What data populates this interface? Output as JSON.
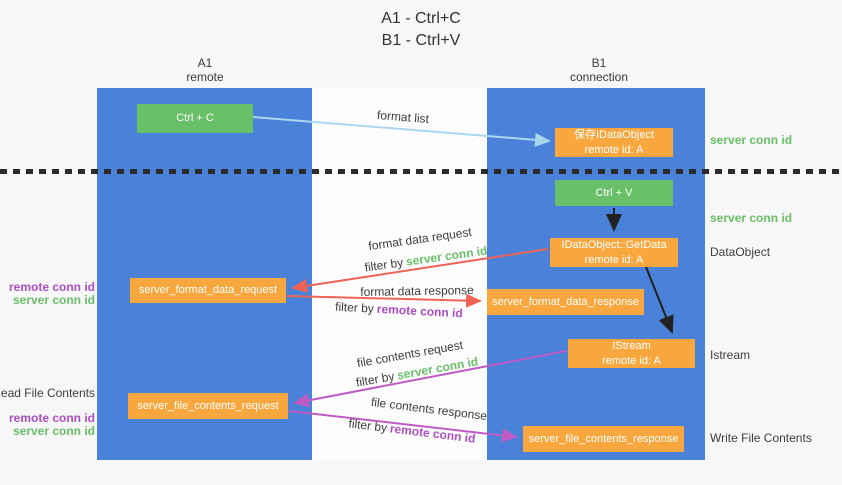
{
  "title": {
    "line1": "A1 - Ctrl+C",
    "line2": "B1 - Ctrl+V"
  },
  "lanes": {
    "left": {
      "name": "A1",
      "subtitle": "remote"
    },
    "right": {
      "name": "B1",
      "subtitle": "connection"
    }
  },
  "nodes": {
    "ctrl_c": {
      "label": "Ctrl + C"
    },
    "save_dataobject": {
      "line1": "保存IDataObject",
      "line2": "remote id: A"
    },
    "ctrl_v": {
      "label": "Ctrl + V"
    },
    "getdata": {
      "line1": "IDataObject::GetData",
      "line2": "remote id: A"
    },
    "format_request": {
      "label": "server_format_data_request"
    },
    "format_response": {
      "label": "server_format_data_response"
    },
    "istream": {
      "line1": "IStream",
      "line2": "remote id: A"
    },
    "file_request": {
      "label": "server_file_contents_request"
    },
    "file_response": {
      "label": "server_file_contents_response"
    }
  },
  "side_labels": {
    "server_conn_id_top": "server conn id",
    "server_conn_id_mid": "server conn id",
    "dataobject": "DataObject",
    "istream": "Istream",
    "write_file_contents": "Write File Contents",
    "read_file_contents": "Read File Contents",
    "remote_conn_id_1": "remote conn id",
    "server_conn_id_left_1": "server conn id",
    "remote_conn_id_2": "remote conn id",
    "server_conn_id_left_2": "server conn id"
  },
  "arrow_labels": {
    "format_list": "format list",
    "format_data_request": "format data request",
    "format_data_response": "format data response",
    "file_contents_request": "file contents request",
    "file_contents_response": "file contents response",
    "filter_by": "filter by",
    "server_conn_id": "server conn id",
    "remote_conn_id": "remote conn id"
  },
  "colors": {
    "lane_blue": "#4a82d9",
    "node_green": "#6abf69",
    "node_orange": "#f7a73e",
    "arrow_blue": "#a8d8f0",
    "arrow_red": "#ef6355",
    "arrow_magenta": "#bf5bc5",
    "arrow_black": "#222222",
    "text_green": "#6abf69",
    "text_purple": "#ad4fc4"
  }
}
